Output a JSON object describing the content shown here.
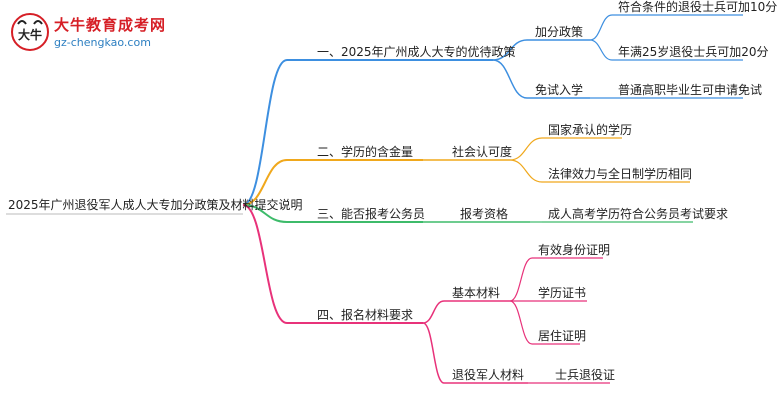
{
  "logo": {
    "name": "大牛教育成考网",
    "url": "gz-chengkao.com",
    "mark_text": "大牛"
  },
  "colors": {
    "blue": "#3d8fe0",
    "orange": "#f0a81c",
    "green": "#3dbb6a",
    "magenta": "#e8327a"
  },
  "root": {
    "label": "2025年广州退役军人成人大专加分政策及材料提交说明"
  },
  "branches": [
    {
      "label": "一、2025年广州成人大专的优待政策",
      "color_key": "blue",
      "children": [
        {
          "label": "加分政策",
          "children": [
            {
              "label": "符合条件的退役士兵可加10分"
            },
            {
              "label": "年满25岁退役士兵可加20分"
            }
          ]
        },
        {
          "label": "免试入学",
          "children": [
            {
              "label": "普通高职毕业生可申请免试"
            }
          ]
        }
      ]
    },
    {
      "label": "二、学历的含金量",
      "color_key": "orange",
      "children": [
        {
          "label": "社会认可度",
          "children": [
            {
              "label": "国家承认的学历"
            },
            {
              "label": "法律效力与全日制学历相同"
            }
          ]
        }
      ]
    },
    {
      "label": "三、能否报考公务员",
      "color_key": "green",
      "children": [
        {
          "label": "报考资格",
          "children": [
            {
              "label": "成人高考学历符合公务员考试要求"
            }
          ]
        }
      ]
    },
    {
      "label": "四、报名材料要求",
      "color_key": "magenta",
      "children": [
        {
          "label": "基本材料",
          "children": [
            {
              "label": "有效身份证明"
            },
            {
              "label": "学历证书"
            },
            {
              "label": "居住证明"
            }
          ]
        },
        {
          "label": "退役军人材料",
          "children": [
            {
              "label": "士兵退役证"
            }
          ]
        }
      ]
    }
  ]
}
